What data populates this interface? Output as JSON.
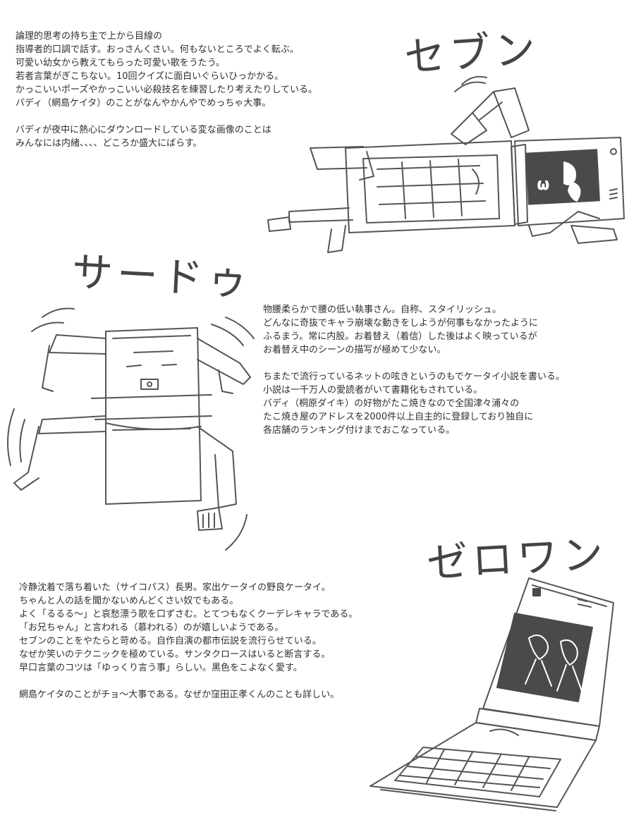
{
  "seven": {
    "title": "セブン",
    "lines": [
      "論理的思考の持ち主で上から目線の",
      "指導者的口調で話す。おっさんくさい。何もないところでよく転ぶ。",
      "可愛い幼女から教えてもらった可愛い歌をうたう。",
      "若者言葉がぎこちない。10回クイズに面白いぐらいひっかかる。",
      "かっこいいポーズやかっこいい必殺技名を練習したり考えたりしている。",
      "バディ（網島ケイタ）のことがなんやかんやでめっちゃ大事。",
      "",
      "バディが夜中に熱心にダウンロードしている変な画像のことは",
      "みんなには内緒、、、、どころか盛大にばらす。"
    ],
    "face": "ω"
  },
  "third": {
    "title": "サードゥ",
    "lines": [
      "物腰柔らかで腰の低い執事さん。自称、スタイリッシュ。",
      "どんなに奇抜でキャラ崩壊な動きをしようが何事もなかったように",
      "ふるまう。常に内股。お着替え（着信）した後はよく映っているが",
      "お着替え中のシーンの描写が極めて少ない。",
      "",
      "ちまたで流行っているネットの呟きというのもでケータイ小説を書いる。",
      "小説は一千万人の愛読者がいて書籍化もされている。",
      "バディ（桐原ダイキ）の好物がたこ焼きなので全国津々浦々の",
      "たこ焼き屋のアドレスを2000件以上自主的に登録しており独自に",
      "各店舗のランキング付けまでおこなっている。"
    ]
  },
  "zeroone": {
    "title": "ゼロワン",
    "lines": [
      "冷静沈着で落ち着いた（サイコパス）長男。家出ケータイの野良ケータイ。",
      "ちゃんと人の話を聞かないめんどくさい奴でもある。",
      "よく「るるる～」と哀愁漂う歌を口ずさむ。とてつもなくクーデレキャラである。",
      "「お兄ちゃん」と言われる（慕われる）のが嬉しいようである。",
      "セブンのことをやたらと苛める。自作自演の都市伝説を流行らせている。",
      "なぜか笑いのテクニックを極めている。サンタクロースはいると断言する。",
      "早口言葉のコツは「ゆっくり言う事」らしい。黒色をこよなく愛す。",
      "",
      "網島ケイタのことがチョ～大事である。なぜか窪田正孝くんのことも詳しい。"
    ]
  }
}
